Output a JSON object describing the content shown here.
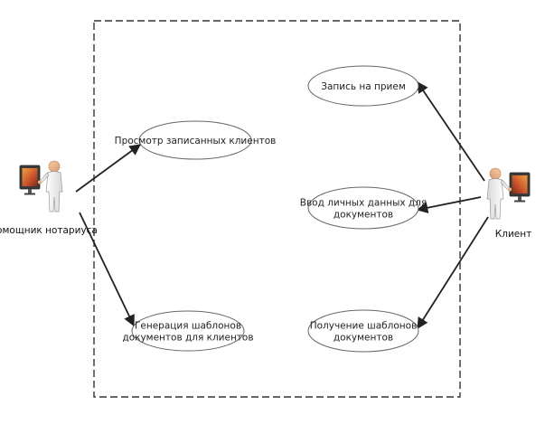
{
  "diagram": {
    "actors": [
      {
        "id": "assistant",
        "label": "Помощник нотариуса"
      },
      {
        "id": "client",
        "label": "Клиент"
      }
    ],
    "use_cases": [
      {
        "id": "uc_view",
        "lines": [
          "Просмотр записанных клиентов"
        ]
      },
      {
        "id": "uc_generate",
        "lines": [
          "Генерация шаблонов",
          "документов для клиентов"
        ]
      },
      {
        "id": "uc_appointment",
        "lines": [
          "Запись на прием"
        ]
      },
      {
        "id": "uc_personal",
        "lines": [
          "Ввод личных данных для",
          "документов"
        ]
      },
      {
        "id": "uc_receive",
        "lines": [
          "Получение шаблонов",
          "документов"
        ]
      }
    ],
    "associations": [
      {
        "from": "assistant",
        "to": "uc_view"
      },
      {
        "from": "assistant",
        "to": "uc_generate"
      },
      {
        "from": "client",
        "to": "uc_appointment"
      },
      {
        "from": "client",
        "to": "uc_personal"
      },
      {
        "from": "client",
        "to": "uc_receive"
      }
    ]
  }
}
